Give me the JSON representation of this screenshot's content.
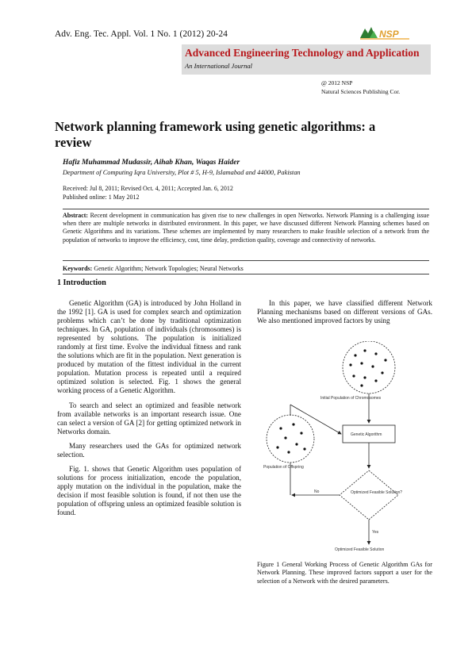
{
  "header": {
    "journal_ref": "Adv. Eng. Tec. Appl. Vol. 1 No. 1 (2012) 20-24",
    "banner_title": "Advanced Engineering Technology and Application",
    "banner_subtitle": "An International Journal",
    "copyright": "@ 2012 NSP",
    "publisher": "Natural Sciences Publishing Cor.",
    "logo_text": "NSP"
  },
  "paper": {
    "title_line1": "Network planning framework using genetic algorithms: a",
    "title_line2": "review",
    "authors": "Hafiz Muhammad Mudassir, Aihab Khan, Waqas Haider",
    "affiliation": "Department of Computing Iqra University, Plot # 5, H-9, Islamabad and 44000, Pakistan",
    "received": "Received: Jul 8, 2011; Revised Oct. 4, 2011; Accepted Jan. 6, 2012",
    "published": "Published online: 1 May 2012"
  },
  "abstract": {
    "label": "Abstract:",
    "text": "Recent development in communication has given rise to new challenges in open Networks. Network Planning is a challenging issue when there are multiple networks in distributed environment. In this paper, we have discussed different Network Planning schemes based on Genetic Algorithms and its variations. These schemes are implemented by many researchers to make feasible selection of a network from the population of networks to improve the efficiency, cost, time delay, prediction quality, coverage and connectivity of networks."
  },
  "keywords": {
    "label": "Keywords:",
    "text": "Genetic Algorithm; Network Topologies; Neural Networks"
  },
  "section": {
    "heading": "1  Introduction"
  },
  "left_column": {
    "p1": "Genetic Algorithm (GA) is introduced by John Holland in the 1992 [1]. GA is used for complex search and optimization problems which can’t be done by traditional optimization techniques. In GA, population of individuals (chromosomes) is represented by solutions. The population is initialized randomly at first time. Evolve the individual fitness and rank the solutions which are fit in the population. Next generation is produced by mutation of the fittest individual in the current population. Mutation process is repeated until a required optimized solution is selected. Fig. 1 shows the general working process of a Genetic Algorithm.",
    "p2": "To search and select an optimized and feasible network from available networks is an important research issue. One can select a version of GA [2] for getting optimized network in Networks domain.",
    "p3": "Many researchers used the GAs for optimized network selection.",
    "p4": "Fig. 1. shows that Genetic Algorithm uses population of solutions for process initialization, encode the population, apply mutation on the individual in the population, make the decision if most feasible solution is found, if not then use the population of offspring unless an optimized feasible solution is found."
  },
  "right_column": {
    "p1": "In this paper, we have classified different Network Planning mechanisms based on different versions of GAs. We also mentioned improved factors by using"
  },
  "figure": {
    "label_initial": "Initial Population of Chromosomes",
    "label_offspring": "Population of Offspring",
    "label_ga": "Genetic Algorithm",
    "label_decision": "Optimized Feasible Solution?",
    "label_no": "No",
    "label_yes": "Yes",
    "label_result": "Optimized Feasible Solution",
    "caption": "Figure 1 General Working Process of Genetic Algorithm GAs for Network Planning. These improved factors support a user for the selection of a Network with the desired parameters."
  }
}
